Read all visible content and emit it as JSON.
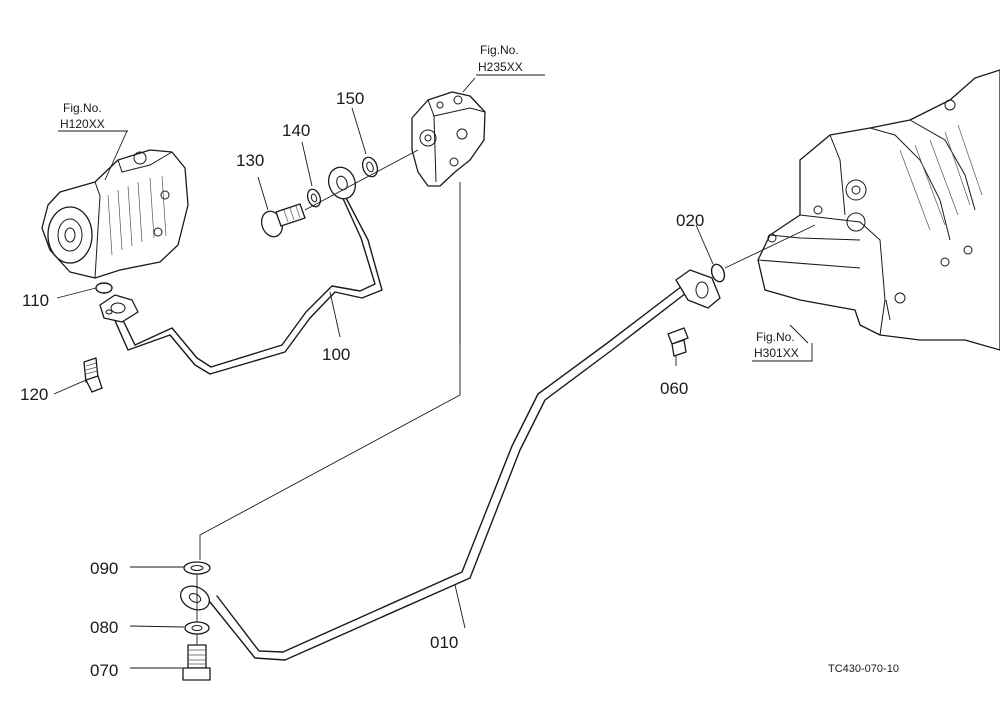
{
  "diagram_code": "TC430-070-10",
  "fig_refs": [
    {
      "id": "pump",
      "label": "Fig.No.",
      "code": "H120XX"
    },
    {
      "id": "valve",
      "label": "Fig.No.",
      "code": "H235XX"
    },
    {
      "id": "housing",
      "label": "Fig.No.",
      "code": "H301XX"
    }
  ],
  "part_numbers": [
    "010",
    "020",
    "060",
    "070",
    "080",
    "090",
    "100",
    "110",
    "120",
    "130",
    "140",
    "150"
  ]
}
